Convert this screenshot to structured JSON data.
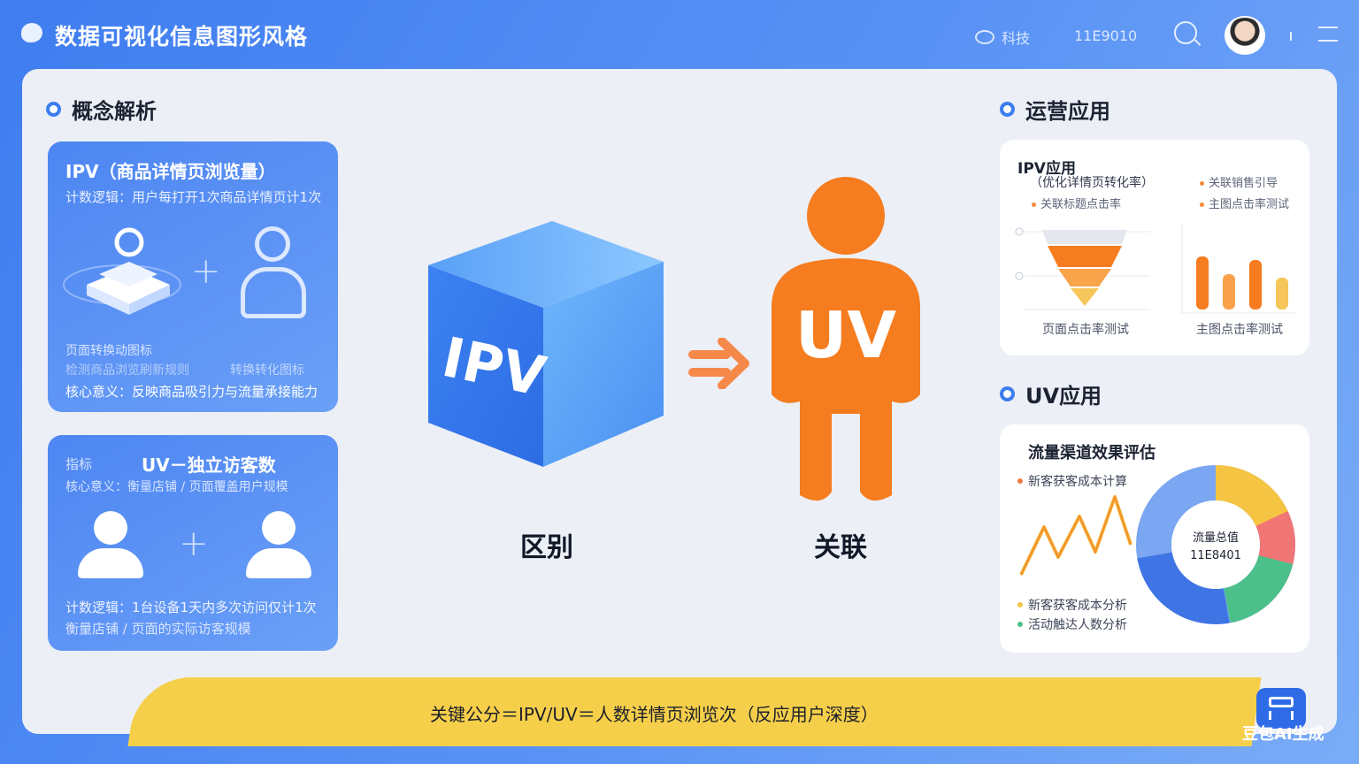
{
  "header": {
    "title": "数据可视化信息图形风格",
    "tag": "科技",
    "code": "11E9010",
    "search_icon": "search-icon",
    "menu_icon": "menu-icon"
  },
  "concept": {
    "heading": "概念解析",
    "ipv_card": {
      "title": "IPV（商品详情页浏览量）",
      "rule": "计数逻辑：用户每打开1次商品详情页计1次",
      "line1": "页面转换动图标",
      "line2": "检测商品浏览刷新规则",
      "line2b": "转换转化图标",
      "core": "核心意义：反映商品吸引力与流量承接能力"
    },
    "uv_card": {
      "prefix": "指标",
      "title": "UV－独立访客数",
      "sub": "核心意义：衡量店铺 / 页面覆盖用户规模",
      "rule": "计数逻辑：1台设备1天内多次访问仅计1次",
      "meaning": "衡量店铺 / 页面的实际访客规模"
    }
  },
  "center": {
    "cube_label": "IPV",
    "person_label": "UV",
    "left_caption": "区别",
    "right_caption": "关联"
  },
  "operations": {
    "heading": "运营应用",
    "ipv_app": {
      "title": "IPV应用",
      "sub": "（优化详情页转化率）",
      "note1": "关联标题点击率",
      "note2": "关联销售引导",
      "note3": "主图点击率测试",
      "cap_left": "页面点击率测试",
      "cap_right": "主图点击率测试"
    },
    "uv_heading": "UV应用",
    "uv_app": {
      "title": "流量渠道效果评估",
      "note1": "新客获客成本计算",
      "note2": "新客获客成本分析",
      "note3": "活动触达人数分析",
      "donut_line1": "流量总值",
      "donut_line2": "11E8401"
    }
  },
  "footer": {
    "formula": "关键公分＝IPV/UV＝人数详情页浏览次（反应用户深度）",
    "badge_label": "豆包AI生成"
  },
  "colors": {
    "accent_blue": "#3c7df0",
    "orange": "#f57c1f",
    "yellow": "#f6cf4a",
    "donut": [
      "#f5c443",
      "#f07575",
      "#4cc08a",
      "#3f74e4",
      "#7aa6f2"
    ]
  }
}
